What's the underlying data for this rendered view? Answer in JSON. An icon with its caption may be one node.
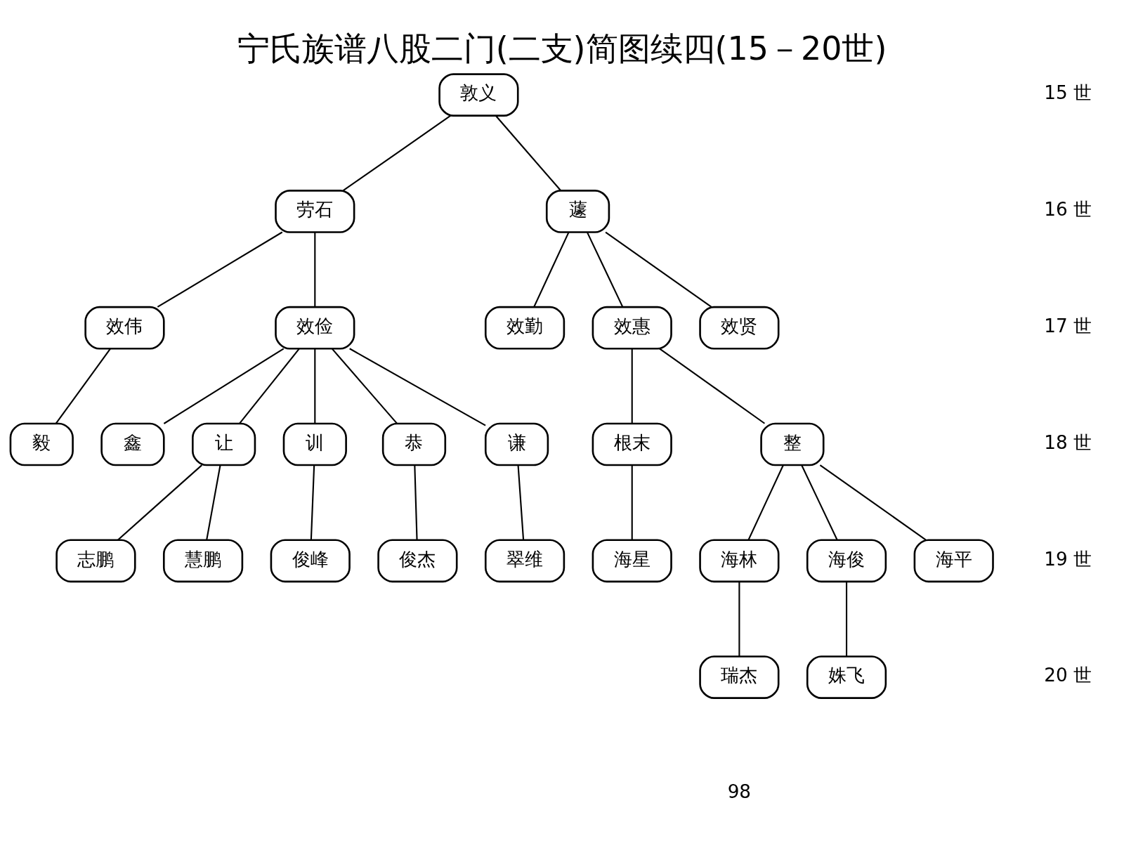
{
  "diagram": {
    "title": "宁氏族谱八股二门(二支)简图续四(15－20世)",
    "nodes": [
      {
        "text": [
          "敦义"
        ]
      },
      {
        "text": [
          "劳石"
        ]
      },
      {
        "text": [
          "蘧"
        ]
      },
      {
        "text": [
          "效伟"
        ]
      },
      {
        "text": [
          "效俭"
        ]
      },
      {
        "text": [
          "效勤"
        ]
      },
      {
        "text": [
          "效惠"
        ]
      },
      {
        "text": [
          "效贤"
        ]
      },
      {
        "text": [
          "毅"
        ]
      },
      {
        "text": [
          "鑫"
        ]
      },
      {
        "text": [
          "让"
        ]
      },
      {
        "text": [
          "训"
        ]
      },
      {
        "text": [
          "恭"
        ]
      },
      {
        "text": [
          "谦"
        ]
      },
      {
        "text": [
          "根末"
        ]
      },
      {
        "text": [
          "整"
        ]
      },
      {
        "text": [
          "志鹏"
        ]
      },
      {
        "text": [
          "慧鹏"
        ]
      },
      {
        "text": [
          "俊峰"
        ]
      },
      {
        "text": [
          "俊杰"
        ]
      },
      {
        "text": [
          "翠维"
        ]
      },
      {
        "text": [
          "海星"
        ]
      },
      {
        "text": [
          "海林"
        ]
      },
      {
        "text": [
          "海俊"
        ]
      },
      {
        "text": [
          "海平"
        ]
      },
      {
        "text": [
          "瑞杰"
        ]
      },
      {
        "text": [
          "姝飞"
        ]
      }
    ],
    "edges": [
      {
        "from": 0,
        "to": 1,
        "arrow": "none"
      },
      {
        "from": 0,
        "to": 2,
        "arrow": "none"
      },
      {
        "from": 1,
        "to": 3,
        "arrow": "none"
      },
      {
        "from": 1,
        "to": 4,
        "arrow": "none"
      },
      {
        "from": 2,
        "to": 5,
        "arrow": "none"
      },
      {
        "from": 2,
        "to": 6,
        "arrow": "none"
      },
      {
        "from": 2,
        "to": 7,
        "arrow": "none"
      },
      {
        "from": 3,
        "to": 8,
        "arrow": "none"
      },
      {
        "from": 4,
        "to": 9,
        "arrow": "none"
      },
      {
        "from": 4,
        "to": 10,
        "arrow": "none"
      },
      {
        "from": 4,
        "to": 11,
        "arrow": "none"
      },
      {
        "from": 4,
        "to": 12,
        "arrow": "none"
      },
      {
        "from": 4,
        "to": 13,
        "arrow": "none"
      },
      {
        "from": 6,
        "to": 14,
        "arrow": "none"
      },
      {
        "from": 6,
        "to": 15,
        "arrow": "none"
      },
      {
        "from": 10,
        "to": 16,
        "arrow": "none"
      },
      {
        "from": 10,
        "to": 17,
        "arrow": "none"
      },
      {
        "from": 11,
        "to": 18,
        "arrow": "none"
      },
      {
        "from": 12,
        "to": 19,
        "arrow": "none"
      },
      {
        "from": 13,
        "to": 20,
        "arrow": "none"
      },
      {
        "from": 14,
        "to": 21,
        "arrow": "none"
      },
      {
        "from": 15,
        "to": 22,
        "arrow": "none"
      },
      {
        "from": 15,
        "to": 23,
        "arrow": "none"
      },
      {
        "from": 15,
        "to": 24,
        "arrow": "none"
      },
      {
        "from": 22,
        "to": 25,
        "arrow": "none"
      },
      {
        "from": 23,
        "to": 26,
        "arrow": "none"
      }
    ],
    "labels": [
      "15 世",
      "16 世",
      "17 世",
      "18 世",
      "19 世",
      "20 世",
      "98"
    ]
  }
}
